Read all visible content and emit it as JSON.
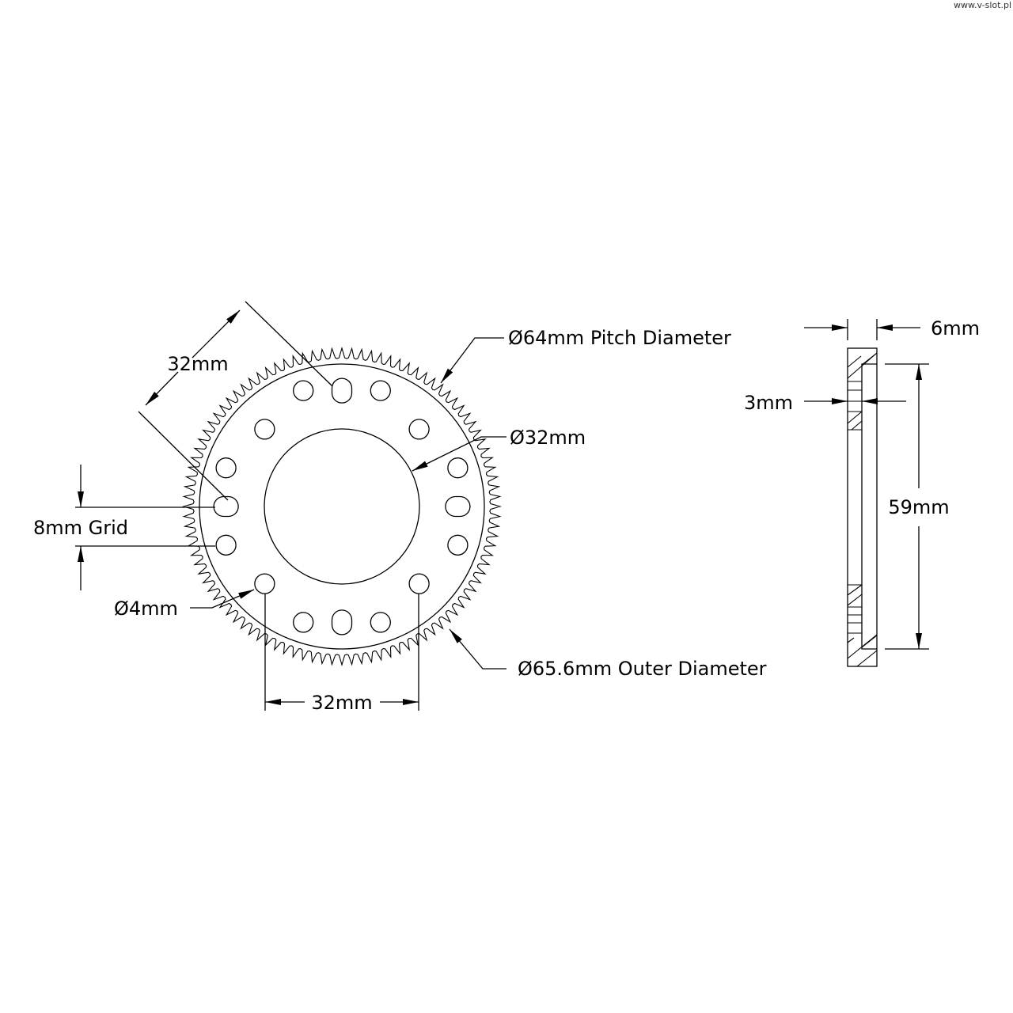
{
  "watermark": "www.v-slot.pl",
  "front_view": {
    "dim_diagonal": "32mm",
    "pitch_diameter": "Ø64mm Pitch Diameter",
    "bore_diameter": "Ø32mm",
    "grid": "8mm Grid",
    "hole_diameter": "Ø4mm",
    "outer_diameter": "Ø65.6mm Outer Diameter",
    "dim_horizontal": "32mm",
    "tooth_count": 100
  },
  "side_view": {
    "thickness": "6mm",
    "step": "3mm",
    "inner_diameter": "59mm"
  },
  "colors": {
    "line": "#000000",
    "background": "#ffffff"
  }
}
